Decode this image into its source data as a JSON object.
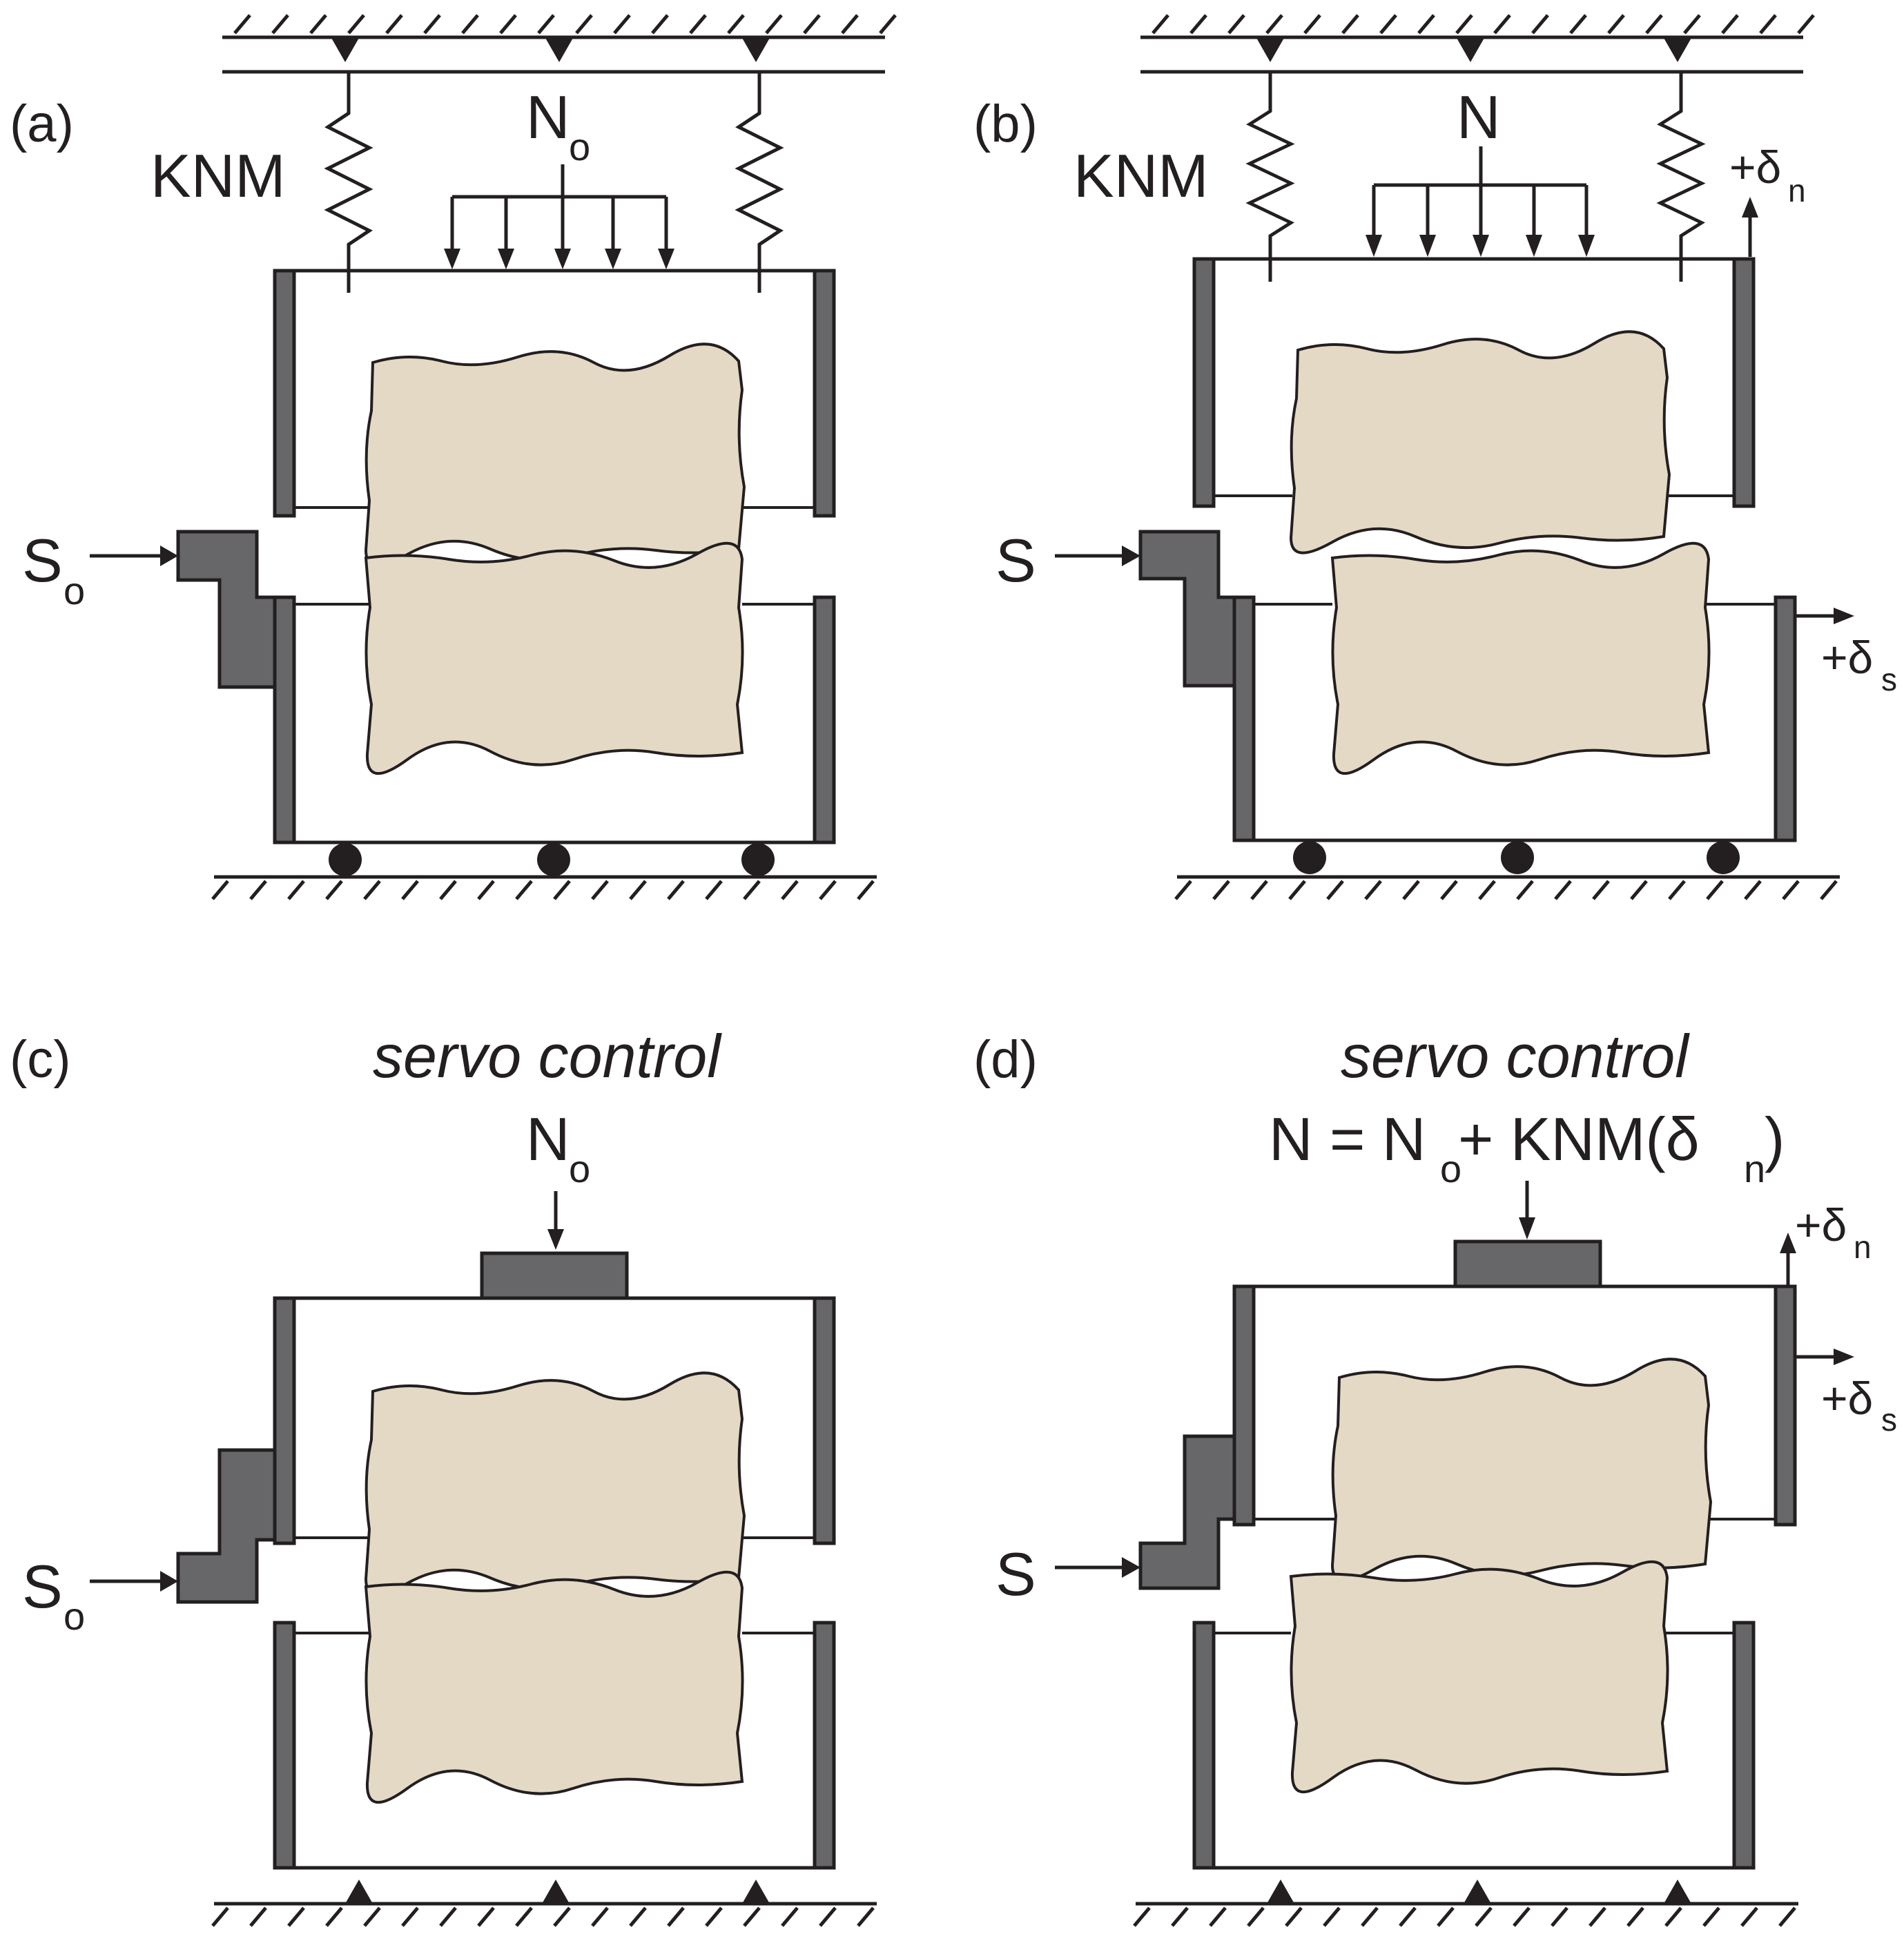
{
  "panels": [
    {
      "id": "a",
      "label": "(a)",
      "spring_label": "KNM",
      "load_label": "N",
      "load_sub": "o",
      "shear_label": "S",
      "shear_sub": "o"
    },
    {
      "id": "b",
      "label": "(b)",
      "spring_label": "KNM",
      "load_label": "N",
      "load_sub": "",
      "shear_label": "S",
      "shear_sub": "",
      "dn_label": "+δ",
      "dn_sub": "n",
      "ds_label": "+δ",
      "ds_sub": "s"
    },
    {
      "id": "c",
      "label": "(c)",
      "control_label": "servo control",
      "load_label": "N",
      "load_sub": "o",
      "shear_label": "S",
      "shear_sub": "o"
    },
    {
      "id": "d",
      "label": "(d)",
      "control_label": "servo control",
      "eq_part1": "N = N",
      "eq_sub1": "o",
      "eq_part2": " + KNM(δ",
      "eq_sub2": "n",
      "eq_part3": ")",
      "shear_label": "S",
      "shear_sub": "",
      "dn_label": "+δ",
      "dn_sub": "n",
      "ds_label": "+δ",
      "ds_sub": "s"
    }
  ],
  "colors": {
    "rock": "#e4d9c5",
    "plate": "#676769",
    "line": "#231f20"
  }
}
